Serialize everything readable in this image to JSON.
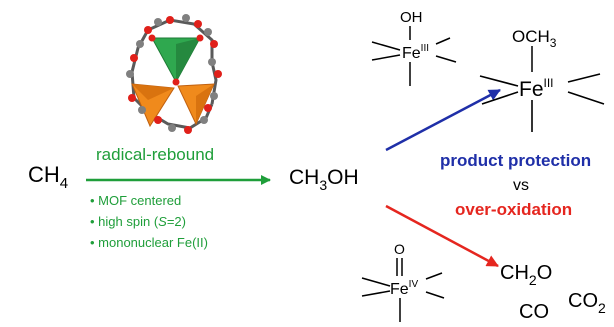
{
  "colors": {
    "green": "#1f9e3a",
    "blue": "#1f2fa8",
    "red": "#e5261f",
    "cluster_green": "#2fa84f",
    "cluster_orange": "#f08a1c",
    "oxygen": "#e0201a",
    "carbon": "#808080"
  },
  "reactant": {
    "base": "CH",
    "sub": "4"
  },
  "product": {
    "base": "CH",
    "sub": "3",
    "tail": "OH"
  },
  "mechanism": {
    "label": "radical-rebound",
    "bullets": [
      {
        "prefix": "• MOF centered",
        "italic": "",
        "suffix": ""
      },
      {
        "prefix": "• high spin (",
        "italic": "S",
        "suffix": "=2)"
      },
      {
        "prefix": "• mononuclear Fe(II)",
        "italic": "",
        "suffix": ""
      }
    ]
  },
  "complexes": {
    "hydroxo": {
      "ligand": "OH",
      "metal": "Fe",
      "ox": "III"
    },
    "methoxo": {
      "ligand_base": "OCH",
      "ligand_sub": "3",
      "metal": "Fe",
      "ox": "III"
    },
    "oxo": {
      "ligand": "O",
      "metal": "Fe",
      "ox": "IV"
    }
  },
  "outcomes": {
    "protection": "product protection",
    "vs": "vs",
    "overoxidation": "over-oxidation"
  },
  "byproducts": {
    "ch2o": {
      "base": "CH",
      "sub": "2",
      "tail": "O"
    },
    "co": "CO",
    "co2": {
      "base": "CO",
      "sub": "2"
    }
  }
}
